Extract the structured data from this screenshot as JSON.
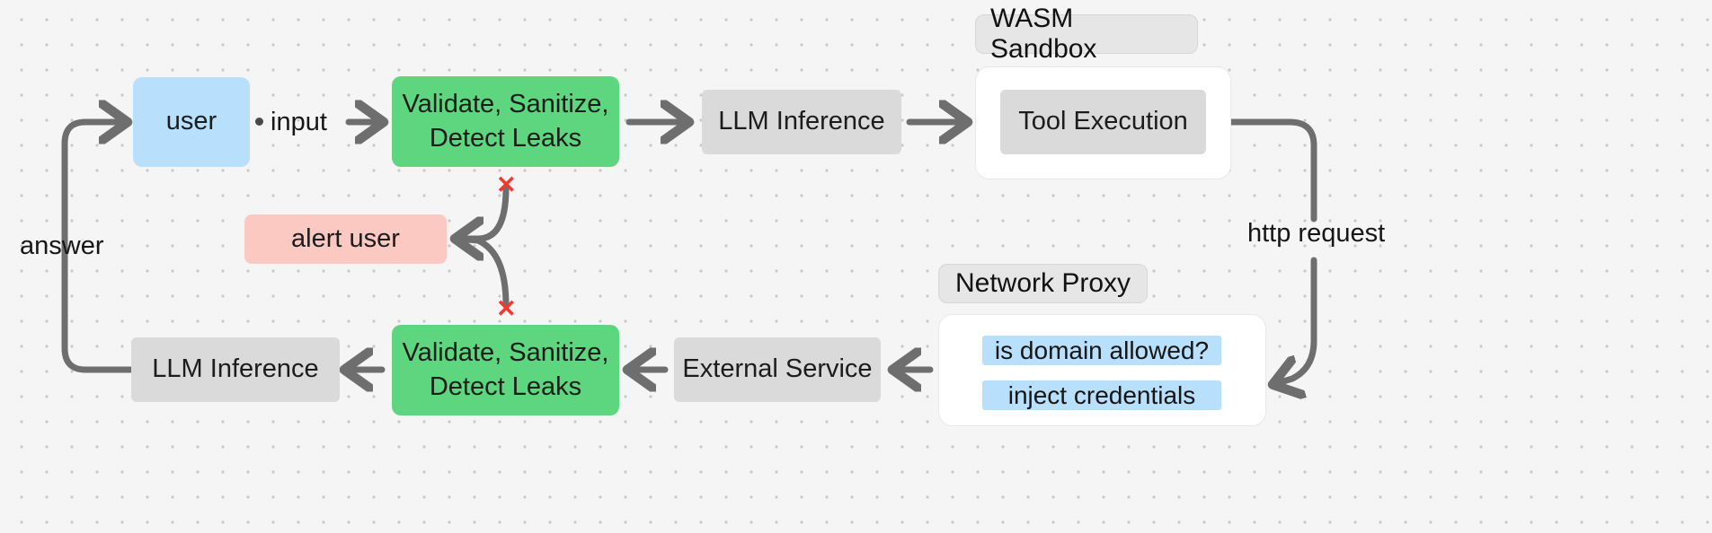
{
  "diagram": {
    "title": "LLM agent security pipeline flow",
    "background_color": "#f5f5f5",
    "dot_color": "#c8c8c8",
    "edge_color": "#6e6e6e",
    "colors": {
      "green": "#5ed67f",
      "blue": "#b8dffc",
      "pink": "#fcc8c2",
      "gray": "#dadada",
      "group_label": "#e6e6e6",
      "group_box": "#ffffff",
      "x_mark_red": "#ef3b30"
    }
  },
  "nodes": {
    "user": "user",
    "validate_top": "Validate, Sanitize,\nDetect Leaks",
    "llm_inference_top": "LLM Inference",
    "tool_execution": "Tool Execution",
    "alert_user": "alert user",
    "validate_bottom": "Validate, Sanitize,\nDetect Leaks",
    "llm_inference_bottom": "LLM Inference",
    "external_service": "External Service"
  },
  "groups": {
    "wasm_sandbox": "WASM Sandbox",
    "network_proxy": "Network Proxy"
  },
  "proxy_checks": [
    "is domain allowed?",
    "inject credentials"
  ],
  "edge_labels": {
    "input": "input",
    "answer": "answer",
    "http_request": "http request"
  },
  "markers": {
    "x_top": "✕",
    "x_bottom": "✕"
  }
}
